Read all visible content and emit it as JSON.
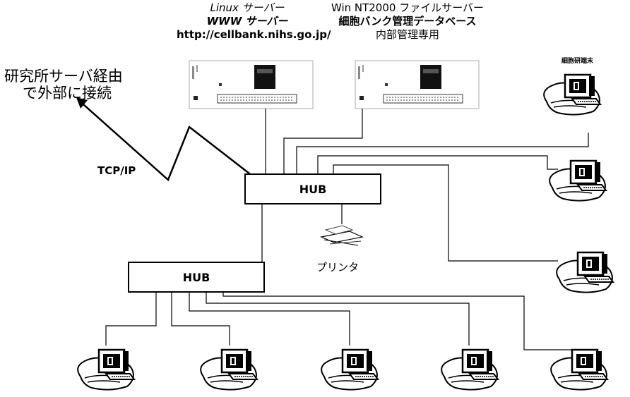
{
  "servers": {
    "linux": {
      "line1": "Linux サーバー",
      "line2": "WWW サーバー",
      "line3": "http://cellbank.nihs.go.jp/"
    },
    "winnt": {
      "line1": "Win NT2000 ファイルサーバー",
      "line2": "細胞バンク管理データベース",
      "line3": "内部管理専用"
    }
  },
  "external": {
    "line1": "研究所サーバ経由",
    "line2": "で外部に接続"
  },
  "protocol_label": "TCP/IP",
  "hubs": [
    "HUB",
    "HUB"
  ],
  "printer_label": "プリンタ",
  "terminal_tag": "細胞研端末",
  "line_color": "#000000"
}
